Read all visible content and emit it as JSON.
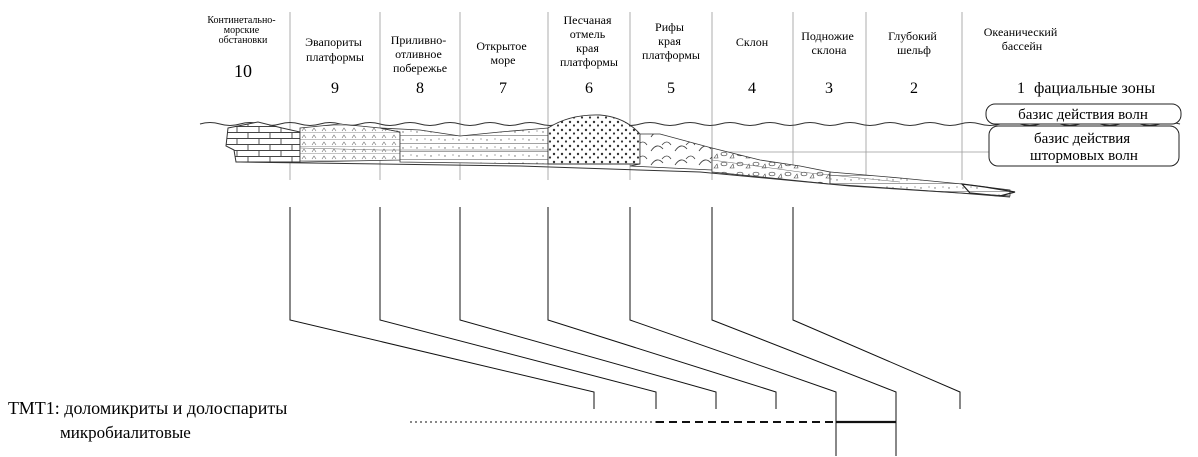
{
  "zones": [
    {
      "number": "10",
      "name_lines": [
        "Континетально-",
        "морские",
        "обстановки"
      ]
    },
    {
      "number": "9",
      "name_lines": [
        "Эвапориты",
        "платформы"
      ]
    },
    {
      "number": "8",
      "name_lines": [
        "Приливно-",
        "отливное",
        "побережье"
      ]
    },
    {
      "number": "7",
      "name_lines": [
        "Открытое",
        "море"
      ]
    },
    {
      "number": "6",
      "name_lines": [
        "Песчаная",
        "отмель",
        "края",
        "платформы"
      ]
    },
    {
      "number": "5",
      "name_lines": [
        "Рифы",
        "края",
        "платформы"
      ]
    },
    {
      "number": "4",
      "name_lines": [
        "Склон"
      ]
    },
    {
      "number": "3",
      "name_lines": [
        "Подножие",
        "склона"
      ]
    },
    {
      "number": "2",
      "name_lines": [
        "Глубокий",
        "шельф"
      ]
    },
    {
      "number": "1",
      "name_lines": [
        "Океанический",
        "бассейн"
      ]
    }
  ],
  "facies_zones_label": "фациальные зоны",
  "wave_base_label": "базис действия волн",
  "storm_wave_base_lines": [
    "базис действия",
    "штормовых волн"
  ],
  "microfacies": {
    "code": "ТМТ1",
    "desc_line1": "доломикриты и долоспариты",
    "desc_line2": "микробиалитовые"
  }
}
